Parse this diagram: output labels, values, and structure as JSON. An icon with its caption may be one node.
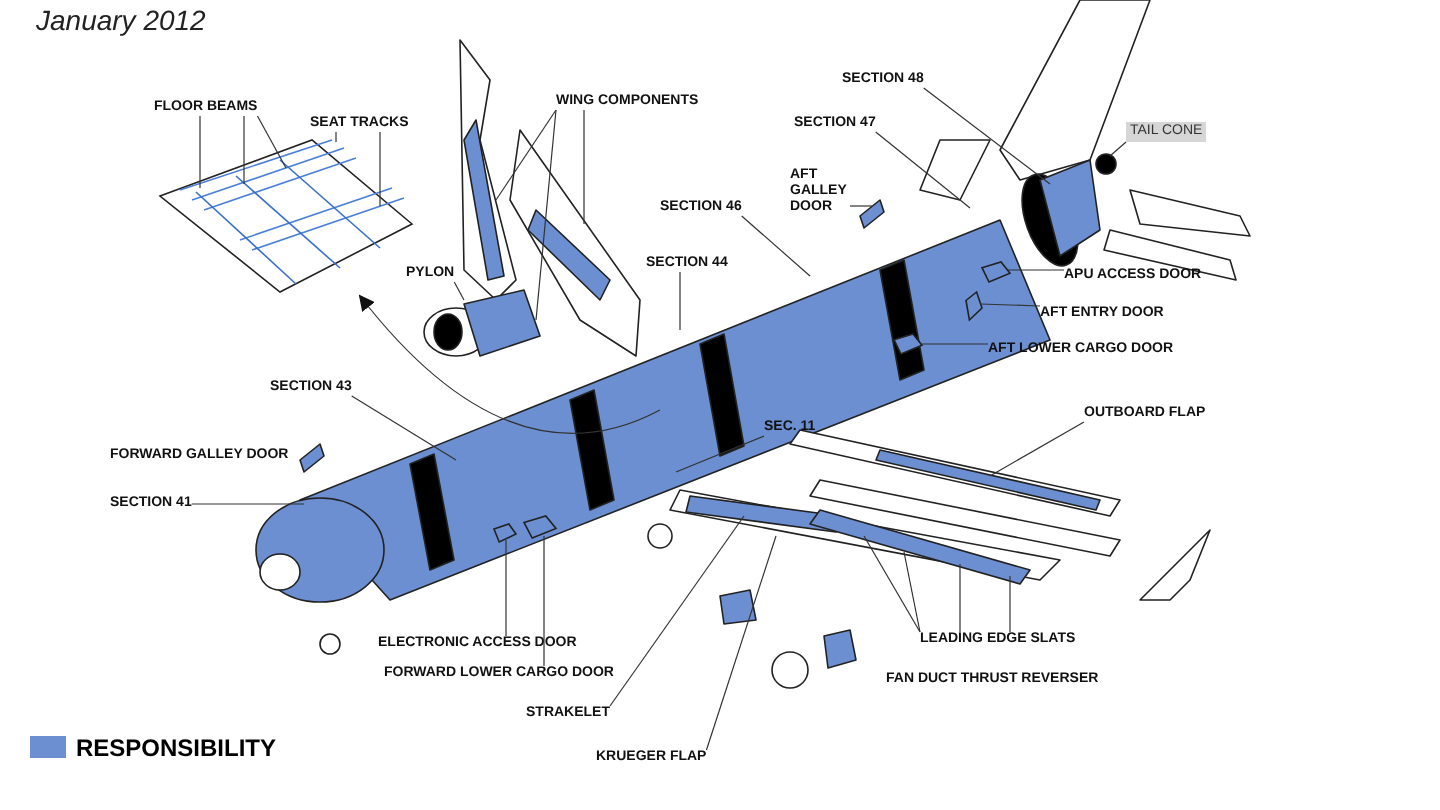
{
  "diagram": {
    "title": "January 2012",
    "nodes": [
      {
        "text": [
          "FLOOR BEAMS"
        ]
      },
      {
        "text": [
          "SEAT TRACKS"
        ]
      },
      {
        "text": [],
        "shape": "picture"
      },
      {
        "text": [
          "WING COMPONENTS"
        ]
      },
      {
        "text": [
          "PYLON"
        ]
      },
      {
        "text": [
          "SECTION 48"
        ]
      },
      {
        "text": [
          "SECTION 47"
        ]
      },
      {
        "text": [
          "TAIL CONE"
        ]
      },
      {
        "text": [
          "AFT GALLEY DOOR"
        ]
      },
      {
        "text": [
          "SECTION 46"
        ]
      },
      {
        "text": [
          "SECTION 44"
        ]
      },
      {
        "text": [
          "APU ACCESS DOOR"
        ]
      },
      {
        "text": [
          "AFT ENTRY DOOR"
        ]
      },
      {
        "text": [
          "AFT LOWER CARGO DOOR"
        ]
      },
      {
        "text": [
          "SECTION 43"
        ]
      },
      {
        "text": [
          "SEC. 11"
        ]
      },
      {
        "text": [
          "OUTBOARD FLAP"
        ]
      },
      {
        "text": [
          "SECTION 41"
        ]
      },
      {
        "text": [
          "ELECTRONIC ACCESS DOOR"
        ]
      },
      {
        "text": [
          "FORWARD LOWER CARGO DOOR"
        ]
      },
      {
        "text": [
          "STRAKELET"
        ]
      },
      {
        "text": [
          "KRUEGER FLAP"
        ]
      },
      {
        "text": [
          "LEADING EDGE SLATS"
        ]
      },
      {
        "text": [],
        "shape": "picture"
      },
      {
        "text": [],
        "shape": "picture"
      },
      {
        "text": [],
        "shape": "picture"
      },
      {
        "text": [],
        "shape": "picture"
      },
      {
        "text": [],
        "shape": "picture"
      }
    ],
    "edges": [
      {
        "from": 0,
        "to": 2,
        "arrow": "none"
      },
      {
        "from": 0,
        "to": 2,
        "arrow": "none"
      },
      {
        "from": 0,
        "to": 2,
        "arrow": "none"
      },
      {
        "from": 1,
        "to": 2,
        "arrow": "none"
      },
      {
        "from": 1,
        "to": 2,
        "arrow": "none"
      },
      {
        "from": null,
        "to": 2,
        "arrow": "to"
      },
      {
        "from": 3,
        "to": null,
        "arrow": "none"
      },
      {
        "from": 3,
        "to": null,
        "arrow": "none"
      },
      {
        "from": 3,
        "to": null,
        "arrow": "none"
      },
      {
        "from": 4,
        "to": null,
        "arrow": "none"
      },
      {
        "from": 5,
        "to": null,
        "arrow": "none"
      },
      {
        "from": 6,
        "to": null,
        "arrow": "none"
      },
      {
        "from": 7,
        "to": null,
        "arrow": "none"
      },
      {
        "from": 8,
        "to": null,
        "arrow": "none"
      },
      {
        "from": 9,
        "to": null,
        "arrow": "none"
      },
      {
        "from": 10,
        "to": null,
        "arrow": "none"
      },
      {
        "from": 11,
        "to": 25,
        "arrow": "none"
      },
      {
        "from": 12,
        "to": 26,
        "arrow": "none"
      },
      {
        "from": 13,
        "to": 27,
        "arrow": "none"
      },
      {
        "from": 14,
        "to": null,
        "arrow": "none"
      },
      {
        "from": 15,
        "to": null,
        "arrow": "none"
      },
      {
        "from": 16,
        "to": null,
        "arrow": "none"
      },
      {
        "from": 17,
        "to": null,
        "arrow": "none"
      },
      {
        "from": 18,
        "to": 23,
        "arrow": "none"
      },
      {
        "from": 19,
        "to": 24,
        "arrow": "none"
      },
      {
        "from": 20,
        "to": null,
        "arrow": "none"
      },
      {
        "from": 21,
        "to": null,
        "arrow": "none"
      },
      {
        "from": 22,
        "to": null,
        "arrow": "none"
      },
      {
        "from": 22,
        "to": null,
        "arrow": "none"
      },
      {
        "from": 22,
        "to": null,
        "arrow": "none"
      },
      {
        "from": 22,
        "to": null,
        "arrow": "none"
      }
    ],
    "labels": [
      "FORWARD GALLEY DOOR",
      "FAN DUCT THRUST REVERSER"
    ],
    "legend": [
      {
        "text": "RESPONSIBILITY",
        "color": "#6b8fd0"
      }
    ]
  }
}
